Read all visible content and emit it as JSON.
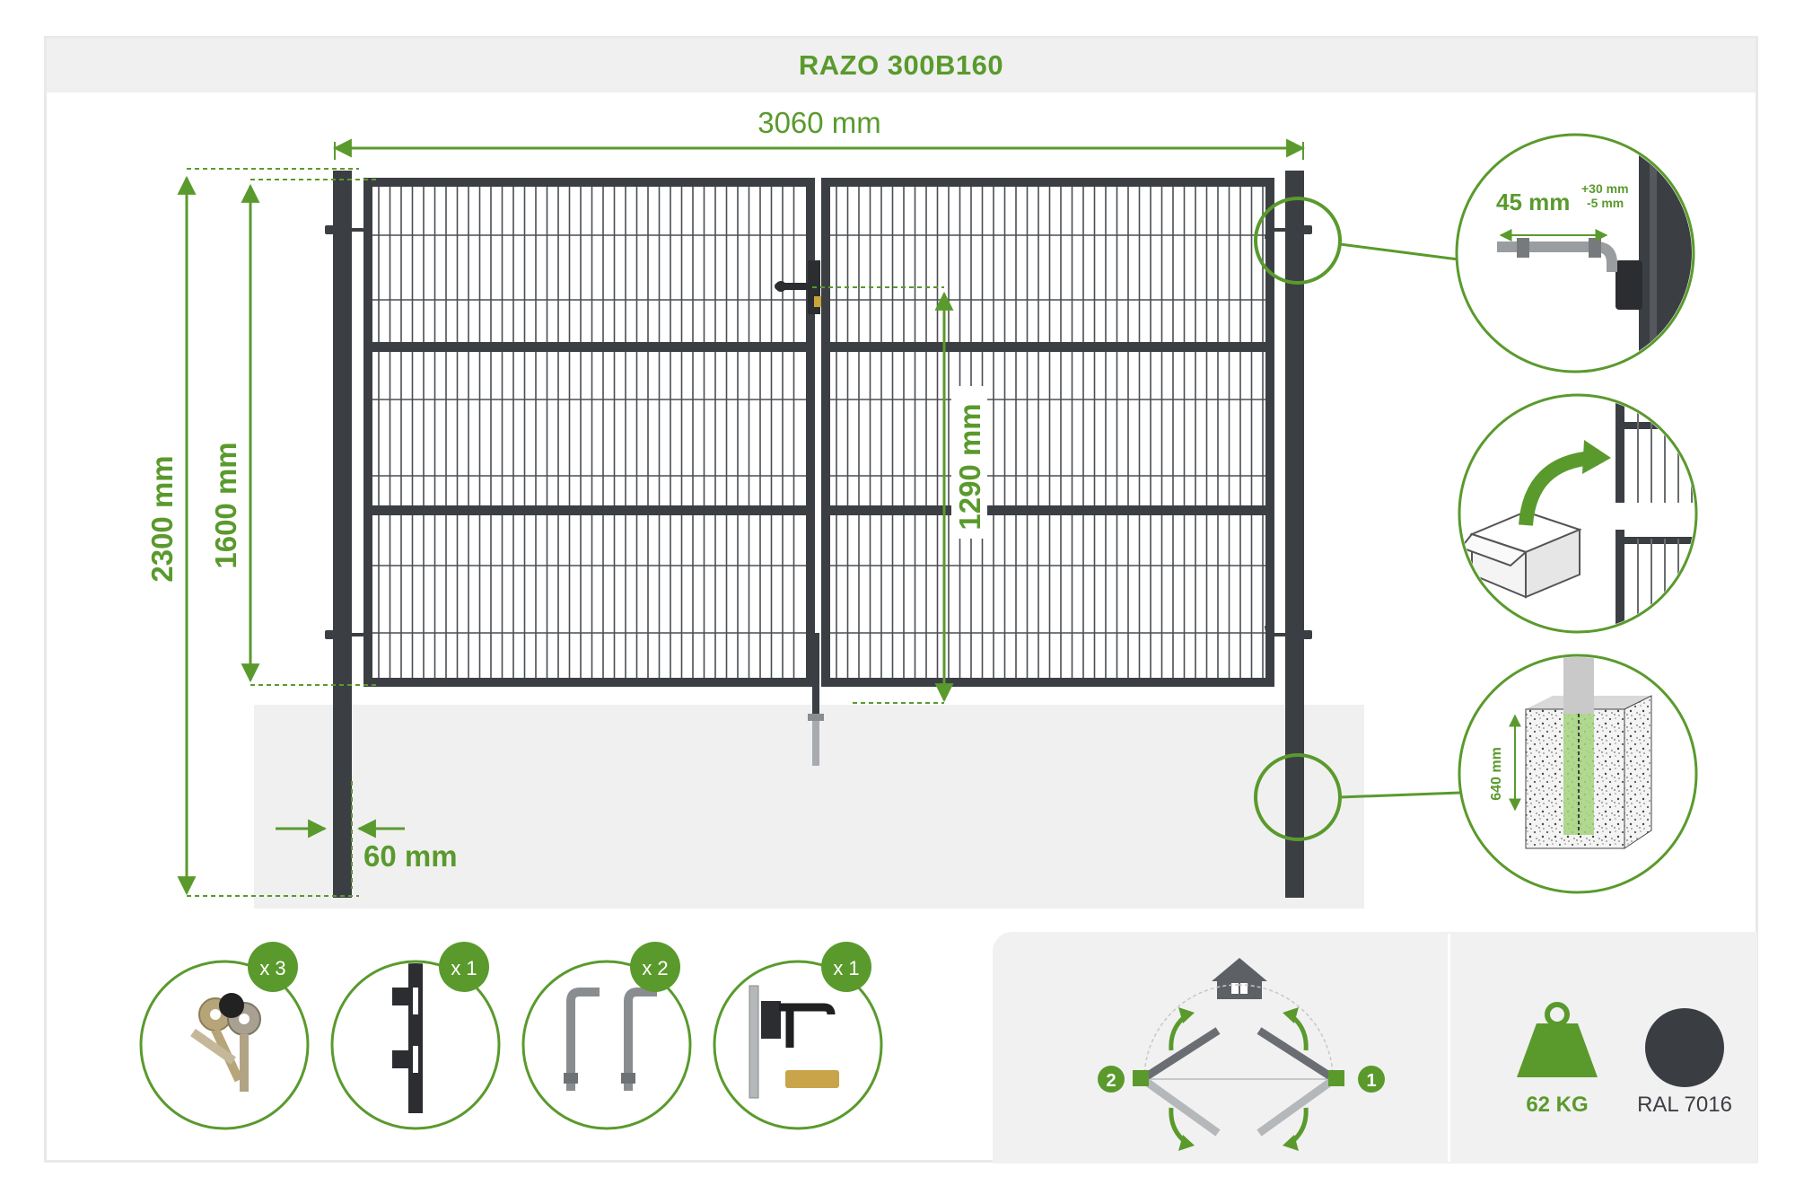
{
  "title": "RAZO 300B160",
  "dimensions": {
    "width": "3060 mm",
    "total_height": "2300 mm",
    "gate_height": "1600 mm",
    "lock_height": "1290 mm",
    "post_width": "60 mm"
  },
  "details": {
    "hinge_length": "45 mm",
    "hinge_adjust_plus": "+30 mm",
    "hinge_adjust_minus": "-5 mm",
    "concrete_depth": "640 mm"
  },
  "accessories": [
    {
      "name": "keys",
      "qty": "x 3",
      "icon": "keys-icon"
    },
    {
      "name": "strike-plate",
      "qty": "x 1",
      "icon": "strike-plate-icon"
    },
    {
      "name": "hinge-bolts",
      "qty": "x 2",
      "icon": "hinge-bolts-icon"
    },
    {
      "name": "lock-set",
      "qty": "x 1",
      "icon": "lock-set-icon"
    }
  ],
  "opening": {
    "house_icon": "house-icon",
    "direction_labels": [
      "2",
      "1"
    ]
  },
  "specs": {
    "weight": "62 KG",
    "weight_icon": "weight-icon",
    "color": "RAL 7016",
    "color_hex": "#3a3e43"
  },
  "colors": {
    "accent": "#5a9a2d",
    "metal": "#3b3f44",
    "ground": "#f0f0f0"
  }
}
